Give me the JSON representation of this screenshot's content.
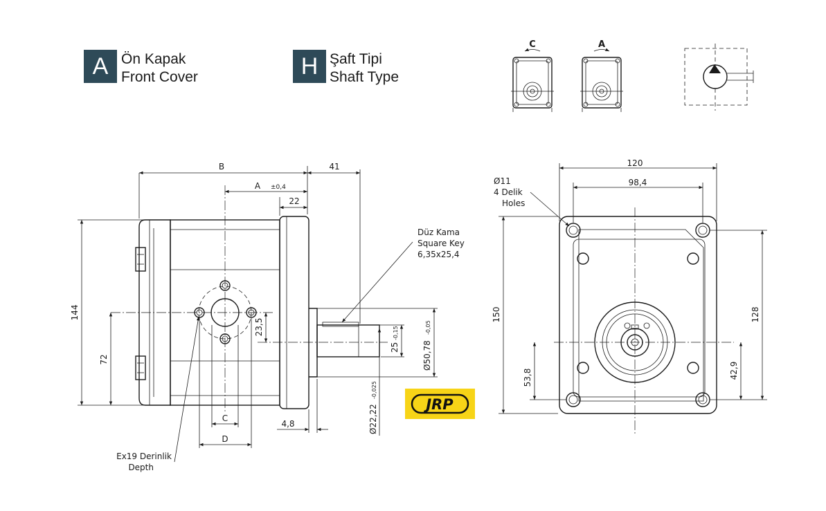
{
  "header": {
    "front_cover": {
      "letter": "A",
      "label_tr": "Ön Kapak",
      "label_en": "Front Cover"
    },
    "shaft_type": {
      "letter": "H",
      "label_tr": "Şaft Tipi",
      "label_en": "Shaft Type"
    },
    "rotation_c": "C",
    "rotation_a": "A"
  },
  "side_view": {
    "dim_b": "B",
    "dim_41": "41",
    "dim_a": "A",
    "dim_a_tol": "±0,4",
    "dim_22": "22",
    "dim_144": "144",
    "dim_72": "72",
    "dim_23_5": "23,5",
    "dim_c": "C",
    "dim_d": "D",
    "dim_4_8": "4,8",
    "dim_25": "25",
    "dim_25_tol": "-0,15",
    "dim_50_78": "Ø50,78",
    "dim_50_78_tol": "-0,05",
    "dim_22_22": "Ø22,22",
    "dim_22_22_tol": "-0,025",
    "key_tr": "Düz Kama",
    "key_en": "Square Key",
    "key_size": "6,35x25,4",
    "thread_tr": "Ex19 Derinlik",
    "thread_en": "Depth"
  },
  "front_view": {
    "hole_dia": "Ø11",
    "holes_tr": "4 Delik",
    "holes_en": "Holes",
    "dim_120": "120",
    "dim_98_4": "98,4",
    "dim_150": "150",
    "dim_128": "128",
    "dim_53_8": "53,8",
    "dim_42_9": "42,9"
  },
  "logo": {
    "text": "JRP",
    "bg_color": "#f7d417",
    "fg_color": "#111111"
  },
  "colors": {
    "badge": "#2e4a58",
    "label_en": "#2f5d74"
  }
}
